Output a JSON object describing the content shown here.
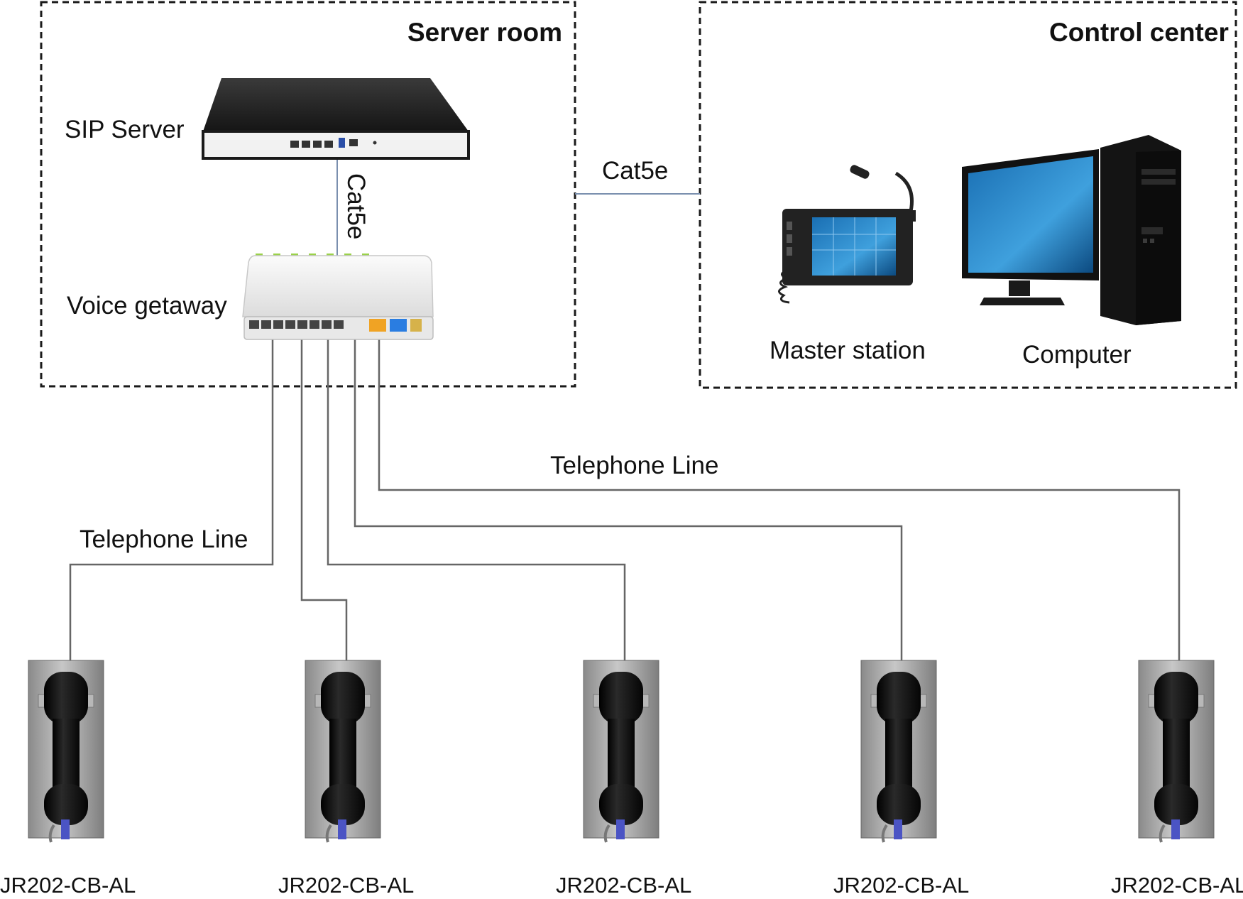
{
  "zones": {
    "server_room": {
      "title": "Server room"
    },
    "control_center": {
      "title": "Control center"
    }
  },
  "devices": {
    "sip_server": {
      "label": "SIP Server",
      "icon": "rack-server-icon"
    },
    "voice_gateway": {
      "label": "Voice getaway",
      "icon": "voice-gateway-icon"
    },
    "master_station": {
      "label": "Master station",
      "icon": "paging-master-station-icon"
    },
    "computer": {
      "label": "Computer",
      "icon": "desktop-computer-icon"
    }
  },
  "links": {
    "server_to_gateway": "Cat5e",
    "server_room_to_control": "Cat5e",
    "telephone_line_left": "Telephone Line",
    "telephone_line_top": "Telephone Line"
  },
  "phones": [
    {
      "model": "JR202-CB-AL"
    },
    {
      "model": "JR202-CB-AL"
    },
    {
      "model": "JR202-CB-AL"
    },
    {
      "model": "JR202-CB-AL"
    },
    {
      "model": "JR202-CB-AL"
    }
  ],
  "colors": {
    "network_cable": "#7a8fae",
    "telephone_line": "#666666",
    "zone_border": "#1a1a1a"
  }
}
